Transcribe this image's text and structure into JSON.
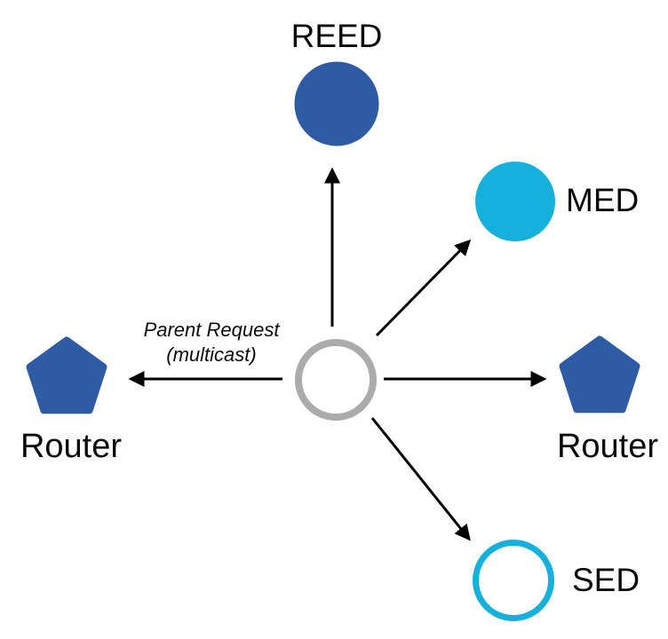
{
  "diagram": {
    "center_node": {
      "label": "",
      "shape": "circle",
      "style": "outline-gray"
    },
    "nodes": {
      "reed": {
        "label": "REED",
        "shape": "circle",
        "fill": "#2e5ba4"
      },
      "med": {
        "label": "MED",
        "shape": "circle",
        "fill": "#16b0dc"
      },
      "router_left": {
        "label": "Router",
        "shape": "pentagon",
        "fill": "#2e5ba4"
      },
      "router_right": {
        "label": "Router",
        "shape": "pentagon",
        "fill": "#2e5ba4"
      },
      "sed": {
        "label": "SED",
        "shape": "circle",
        "fill": "#ffffff",
        "stroke": "#16b0dc"
      }
    },
    "edges": [
      {
        "from": "center",
        "to": "reed"
      },
      {
        "from": "center",
        "to": "med"
      },
      {
        "from": "center",
        "to": "router_left",
        "label": "Parent Request (multicast)"
      },
      {
        "from": "center",
        "to": "router_right"
      },
      {
        "from": "center",
        "to": "sed"
      }
    ],
    "annotation": {
      "line1": "Parent Request",
      "line2": "(multicast)"
    }
  },
  "colors": {
    "node_blue": "#2e5ba4",
    "node_cyan": "#16b0dc",
    "outline_gray": "#ababab",
    "arrow": "#000000",
    "background": "#ffffff",
    "text": "#0a0a0a"
  }
}
